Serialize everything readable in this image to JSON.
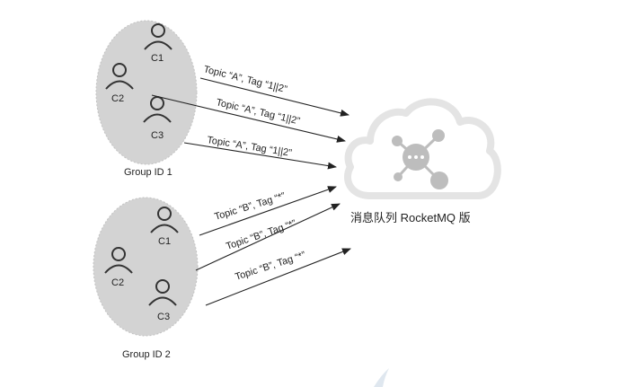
{
  "groups": [
    {
      "label": "Group ID 1",
      "consumers": [
        "C1",
        "C2",
        "C3"
      ]
    },
    {
      "label": "Group ID 2",
      "consumers": [
        "C1",
        "C2",
        "C3"
      ]
    }
  ],
  "subscriptions": [
    "Topic “A”, Tag “1||2”",
    "Topic “A”, Tag “1||2”",
    "Topic “A”, Tag “1||2”",
    "Topic “B”, Tag “*”",
    "Topic “B”, Tag “*”",
    "Topic “B”, Tag “*”"
  ],
  "service": {
    "label": "消息队列 RocketMQ 版",
    "icon": "cloud-hub-icon"
  },
  "colors": {
    "ellipse_fill": "#d3d3d3",
    "cloud_stroke": "#e4e4e4",
    "hub": "#bdbdbd",
    "arrow": "#222222"
  }
}
